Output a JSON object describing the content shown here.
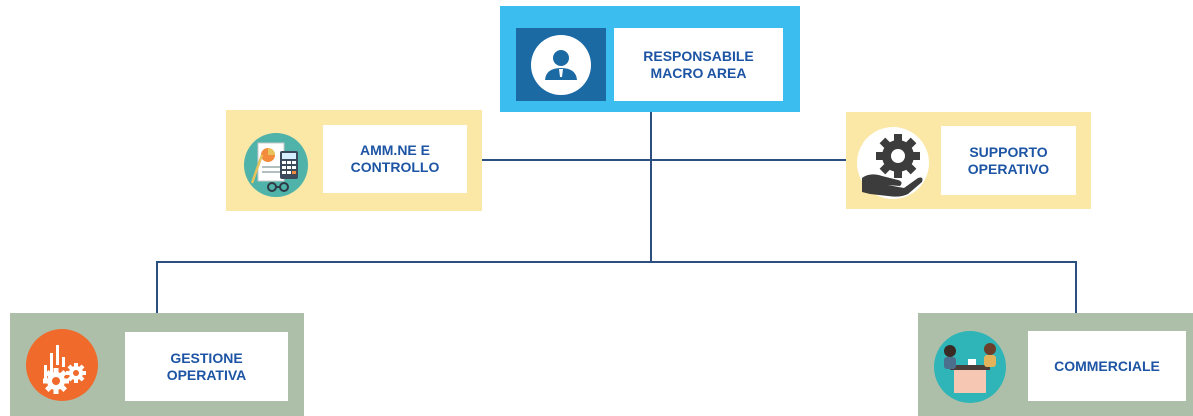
{
  "colors": {
    "top_bg": "#3bbdf0",
    "top_icon_bg": "#1c6aa4",
    "mid_bg": "#fbe8a6",
    "bottom_bg": "#aebfa9",
    "connector": "#2b4f7e",
    "label_text": "#1d55a4"
  },
  "nodes": {
    "top": {
      "label": "RESPONSABILE\nMACRO AREA",
      "icon": "manager-icon"
    },
    "left_mid": {
      "label": "AMM.NE E\nCONTROLLO",
      "icon": "accounting-icon"
    },
    "right_mid": {
      "label": "SUPPORTO\nOPERATIVO",
      "icon": "gear-hand-icon"
    },
    "bottom_left": {
      "label": "GESTIONE\nOPERATIVA",
      "icon": "operations-gears-icon"
    },
    "bottom_right": {
      "label": "COMMERCIALE",
      "icon": "meeting-icon"
    }
  }
}
